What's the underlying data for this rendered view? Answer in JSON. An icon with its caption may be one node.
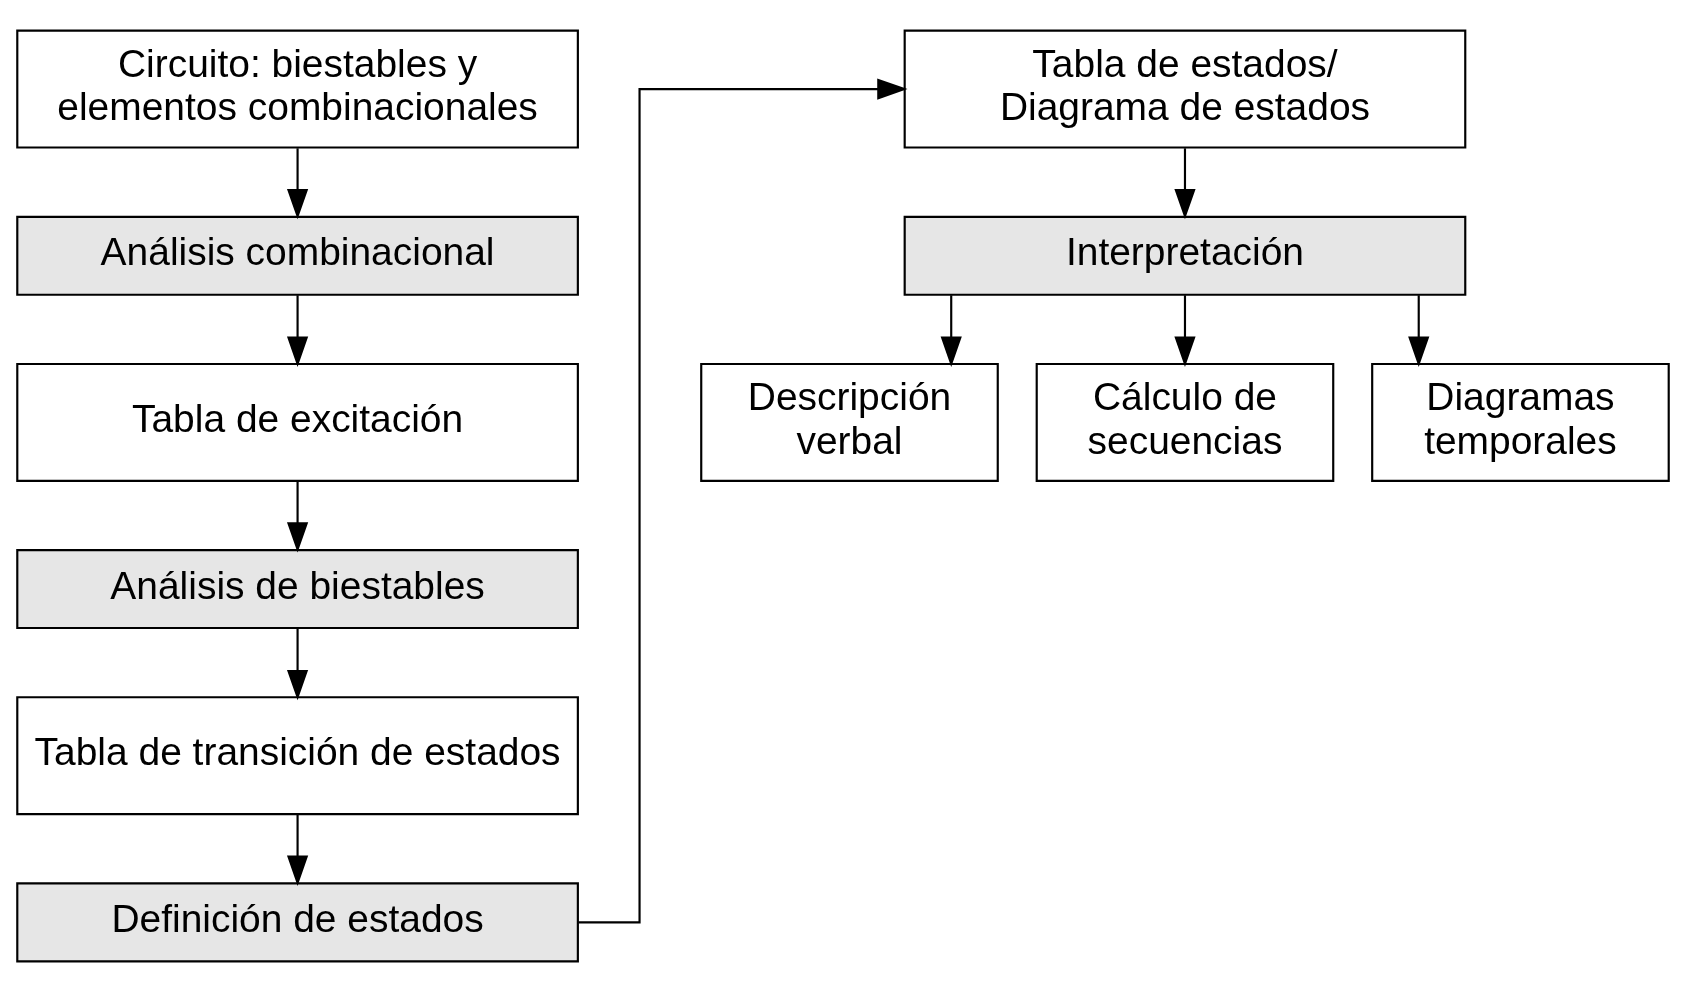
{
  "diagram": {
    "nodes": [
      {
        "text": [
          "Circuito: biestables y elementos combinacionales"
        ]
      },
      {
        "text": [
          "Análisis combinacional"
        ]
      },
      {
        "text": [
          "Tabla de excitación"
        ]
      },
      {
        "text": [
          "Análisis de biestables"
        ]
      },
      {
        "text": [
          "Tabla de transición de estados"
        ]
      },
      {
        "text": [
          "Definición de estados"
        ]
      },
      {
        "text": [
          "Tabla de estados/ Diagrama de estados"
        ]
      },
      {
        "text": [
          "Interpretación"
        ]
      },
      {
        "text": [
          "Descripción verbal"
        ]
      },
      {
        "text": [
          "Cálculo de secuencias"
        ]
      },
      {
        "text": [
          "Diagramas temporales"
        ]
      }
    ],
    "edges": [
      {
        "from": 0,
        "to": 1,
        "arrow": "to"
      },
      {
        "from": 1,
        "to": 2,
        "arrow": "to"
      },
      {
        "from": 2,
        "to": 3,
        "arrow": "to"
      },
      {
        "from": 3,
        "to": 4,
        "arrow": "to"
      },
      {
        "from": 4,
        "to": 5,
        "arrow": "to"
      },
      {
        "from": 5,
        "to": 6,
        "arrow": "to"
      },
      {
        "from": 6,
        "to": 7,
        "arrow": "to"
      },
      {
        "from": 7,
        "to": 8,
        "arrow": "to"
      },
      {
        "from": 7,
        "to": 9,
        "arrow": "to"
      },
      {
        "from": 7,
        "to": 10,
        "arrow": "to"
      }
    ]
  }
}
